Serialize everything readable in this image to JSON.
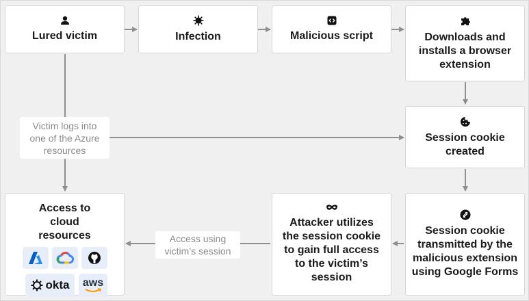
{
  "nodes": {
    "lured_victim": {
      "label": "Lured victim",
      "icon": "user-icon"
    },
    "infection": {
      "label": "Infection",
      "icon": "virus-icon"
    },
    "malicious_script": {
      "label": "Malicious script",
      "icon": "code-icon"
    },
    "downloads_extension": {
      "label": "Downloads and installs a browser extension",
      "icon": "puzzle-piece-icon"
    },
    "session_cookie": {
      "label": "Session cookie created",
      "icon": "cookie-icon"
    },
    "cookie_transmitted": {
      "label": "Session cookie transmitted by the malicious extension using Google Forms",
      "icon": "transfer-icon"
    },
    "attacker": {
      "label": "Attacker utilizes the session cookie to gain full access to the victim’s session",
      "icon": "mask-icon"
    },
    "cloud_access": {
      "label": "Access to cloud resources",
      "icon": ""
    }
  },
  "edge_labels": {
    "azure_login": "Victim logs into one of the Azure resources",
    "access_session": "Access using victim’s session"
  },
  "cloud_logos": [
    {
      "name": "azure-logo"
    },
    {
      "name": "google-cloud-logo"
    },
    {
      "name": "github-logo"
    },
    {
      "name": "okta-logo",
      "text": "okta"
    },
    {
      "name": "aws-logo",
      "text": "aws"
    }
  ],
  "colors": {
    "arrow": "#8e8e93",
    "box_border": "#d6d6d9",
    "background": "#f0f0f1",
    "logo_bg": "#e8eef9"
  }
}
